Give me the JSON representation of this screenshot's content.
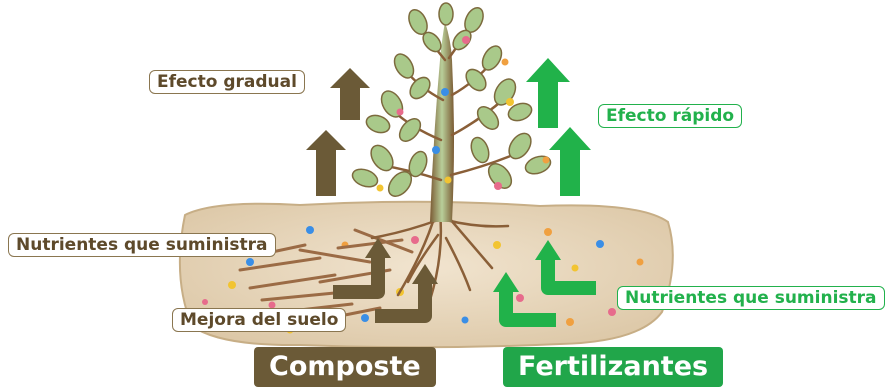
{
  "labels": {
    "gradual_effect": "Efecto gradual",
    "fast_effect": "Efecto rápido",
    "compost_nutrients": "Nutrientes que suministra",
    "fertilizer_nutrients": "Nutrientes que suministra",
    "soil_improvement": "Mejora del suelo"
  },
  "badges": {
    "compost": "Composte",
    "fertilizers": "Fertilizantes"
  },
  "colors": {
    "compost_brown": "#6b5a37",
    "fertilizer_green": "#21a64a",
    "soil": "#e8d7bd",
    "leaf": "#a9c98a",
    "stem": "#8a6a3e"
  }
}
